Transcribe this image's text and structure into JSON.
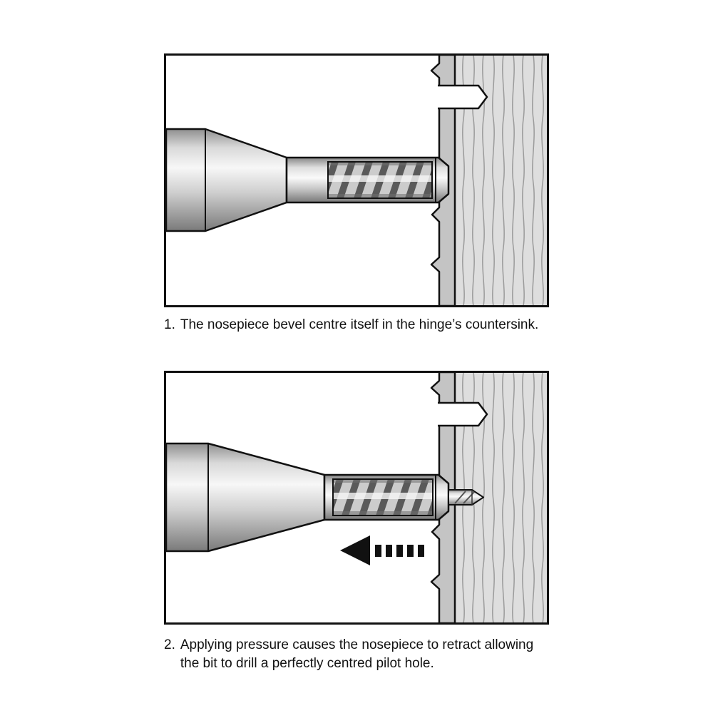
{
  "steps": [
    {
      "number": "1.",
      "lines": [
        "The nosepiece bevel centre itself in the hinge’s countersink."
      ]
    },
    {
      "number": "2.",
      "lines": [
        "Applying pressure causes the nosepiece to retract allowing",
        "the bit to drill a perfectly centred pilot hole."
      ]
    }
  ],
  "icons": {
    "pressure_arrow": "left-pointing dashed arrow"
  },
  "colors": {
    "background": "#ffffff",
    "outline": "#111111",
    "board_gray": "#c4c4c4",
    "wood_gray": "#dedede",
    "wood_grain": "#9a9a9a",
    "metal_light": "#f7f7f7",
    "metal_dark": "#7a7a7a",
    "arrow_black": "#111111"
  }
}
